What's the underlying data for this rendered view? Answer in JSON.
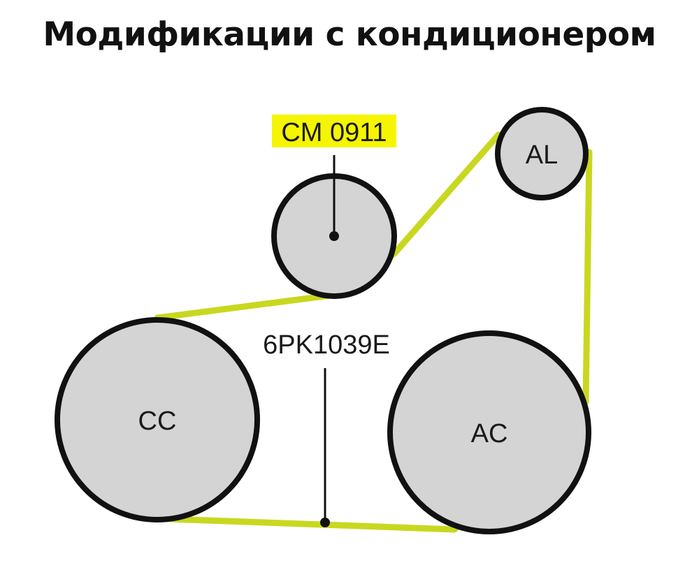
{
  "title": "Модификации с кондиционером",
  "colors": {
    "belt": "#c8d820",
    "highlight": "#f5f500",
    "pulley_fill": "#d4d4d4",
    "outline": "#111111"
  },
  "labels": {
    "tensioner_part": "CM 0911",
    "belt_part": "6PK1039E"
  },
  "pulleys": {
    "tensioner": "",
    "al": "AL",
    "cc": "CC",
    "ac": "AC"
  }
}
